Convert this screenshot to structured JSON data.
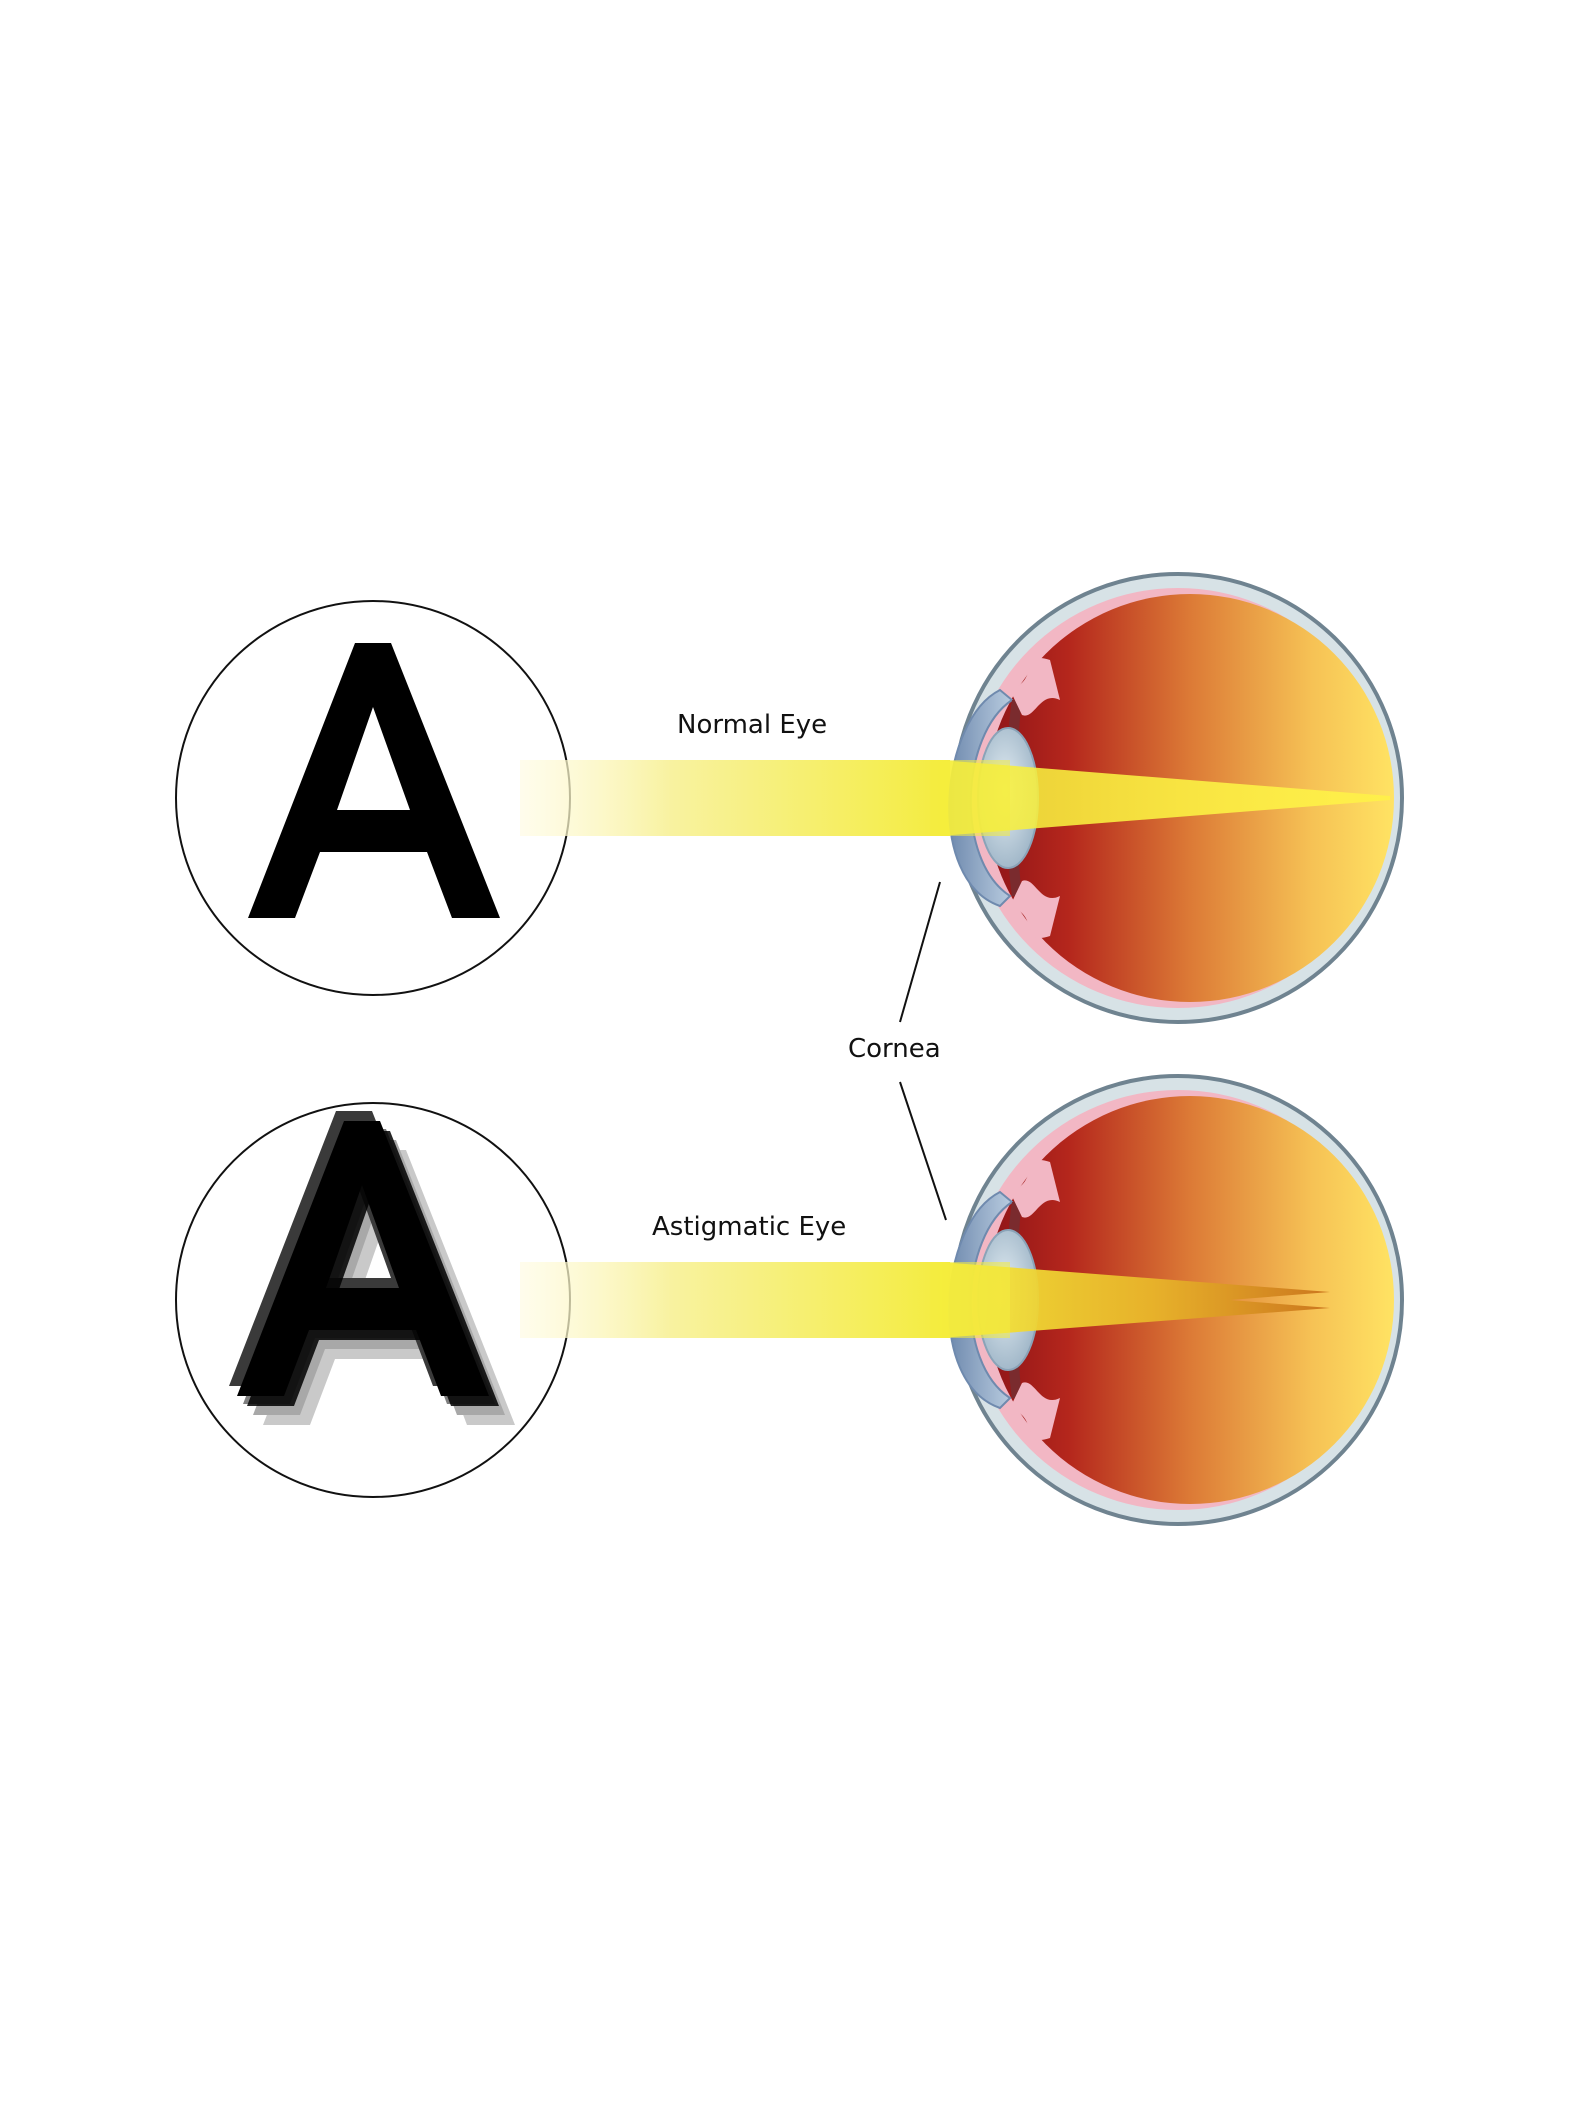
{
  "labels": {
    "normal_eye": "Normal Eye",
    "astigmatic_eye": "Astigmatic Eye",
    "cornea": "Cornea"
  },
  "letters": {
    "normal": "A",
    "astigmatic": "A"
  },
  "colors": {
    "background": "#ffffff",
    "light_beam": "#f5ef3a",
    "eye_red": "#a11f1a",
    "eye_orange": "#dd7a35",
    "eye_yellow": "#fde35e",
    "sclera_outline": "#6f8390",
    "cornea_blue": "#8ea6c4",
    "retina_pink": "#f3b9c6",
    "text": "#111111"
  }
}
